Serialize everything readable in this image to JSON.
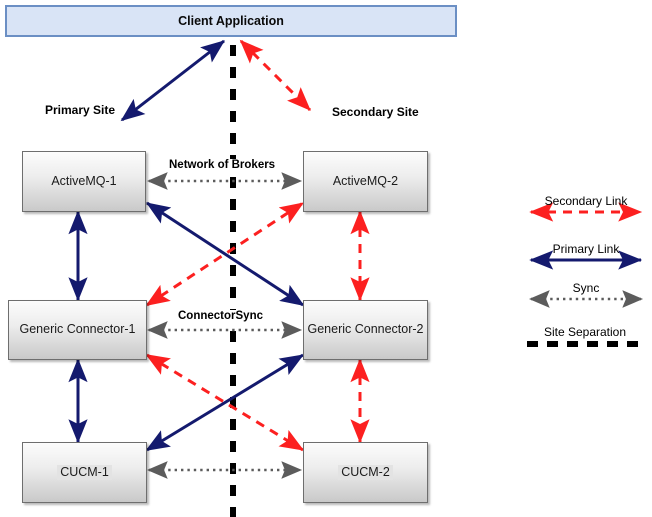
{
  "diagram": {
    "title": "Client Application",
    "site_labels": {
      "primary": "Primary Site",
      "secondary": "Secondary Site"
    },
    "nodes": [
      {
        "id": "activemq-1",
        "label": "ActiveMQ-1",
        "column": "primary",
        "row": "broker"
      },
      {
        "id": "activemq-2",
        "label": "ActiveMQ-2",
        "column": "secondary",
        "row": "broker"
      },
      {
        "id": "generic-connector-1",
        "label": "Generic Connector-1",
        "column": "primary",
        "row": "connector"
      },
      {
        "id": "generic-connector-2",
        "label": "Generic Connector-2",
        "column": "secondary",
        "row": "connector"
      },
      {
        "id": "cucm-1",
        "label": "CUCM-1",
        "column": "primary",
        "row": "cucm"
      },
      {
        "id": "cucm-2",
        "label": "CUCM-2",
        "column": "secondary",
        "row": "cucm"
      }
    ],
    "edge_labels": {
      "brokers": "Network of Brokers",
      "connector_sync": "ConnectorSync"
    }
  },
  "legend": {
    "items": [
      {
        "id": "secondary-link",
        "label": "Secondary Link",
        "color": "#fc2020",
        "style": "dashed"
      },
      {
        "id": "primary-link",
        "label": "Primary Link",
        "color": "#141a6e",
        "style": "solid"
      },
      {
        "id": "sync",
        "label": "Sync",
        "color": "#5c5c5c",
        "style": "dotted"
      },
      {
        "id": "site-separation",
        "label": "Site Separation",
        "color": "#000000",
        "style": "thick-dashed"
      }
    ]
  },
  "colors": {
    "primary_link": "#141a6e",
    "secondary_link": "#fc2020",
    "sync": "#5c5c5c",
    "separator": "#000000",
    "client_fill": "#d9e4f6",
    "client_border": "#6b8fc4"
  }
}
